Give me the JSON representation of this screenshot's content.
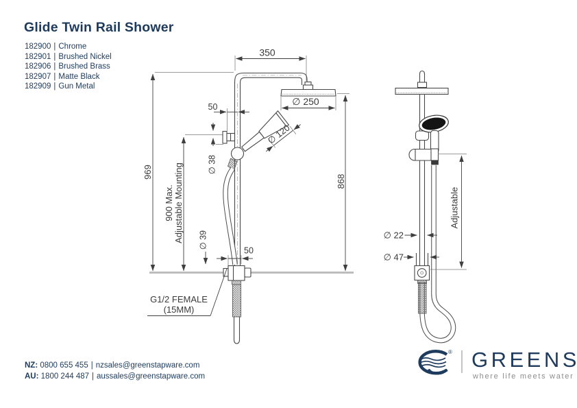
{
  "page_title": "Glide Twin Rail Shower",
  "sep": "|",
  "product_codes": [
    {
      "code": "182900",
      "finish": "Chrome"
    },
    {
      "code": "182901",
      "finish": "Brushed Nickel"
    },
    {
      "code": "182906",
      "finish": "Brushed Brass"
    },
    {
      "code": "182907",
      "finish": "Matte Black"
    },
    {
      "code": "182909",
      "finish": "Gun Metal"
    }
  ],
  "drawing": {
    "side_view": {
      "dim_arm_width": "350",
      "dim_head_diameter": "∅ 250",
      "dim_handshower_diameter": "∅ 120",
      "dim_bracket_offset": "50",
      "dim_bracket_diameter": "∅ 38",
      "dim_overall_height": "969",
      "dim_mounting_line1": "900 Max.",
      "dim_mounting_line2": "Adjustable Mounting",
      "dim_head_height": "868",
      "dim_elbow_diameter": "∅ 39",
      "dim_elbow_offset": "50",
      "inlet_label_line1": "G1/2 FEMALE",
      "inlet_label_line2": "(15MM)"
    },
    "front_view": {
      "dim_rail_diameter": "∅ 22",
      "dim_base_diameter": "∅ 47",
      "dim_adjustable": "Adjustable"
    }
  },
  "footer": {
    "nz_label": "NZ:",
    "nz_phone": "0800 655 455",
    "nz_email": "nzsales@greenstapware.com",
    "au_label": "AU:",
    "au_phone": "1800 244 487",
    "au_email": "aussales@greenstapware.com"
  },
  "logo": {
    "wordmark": "GREENS",
    "tagline": "where life meets water",
    "registered": "®"
  },
  "colors": {
    "navy": "#1e3a5c",
    "drawing_line": "#474747",
    "tagline_gray": "#8d8d8d",
    "wall_gray": "#bdbdbd"
  }
}
